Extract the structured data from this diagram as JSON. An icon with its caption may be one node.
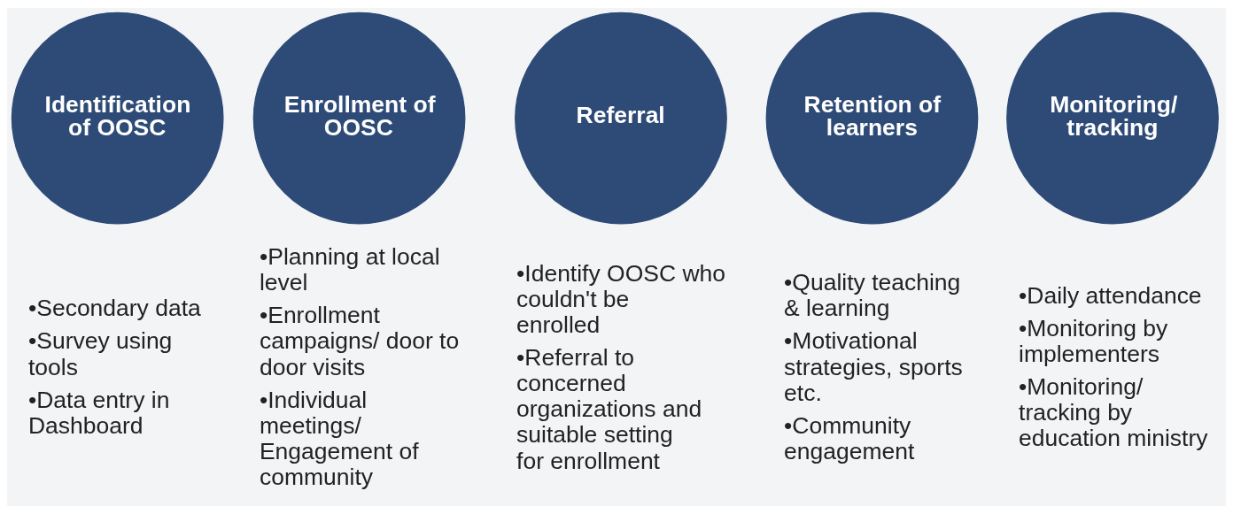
{
  "diagram": {
    "nodes": [
      {
        "text": [
          "Identification of OOSC"
        ],
        "beside": [
          "•Secondary data",
          "•Survey using tools",
          "•Data entry in Dashboard"
        ]
      },
      {
        "text": [
          "Enrollment of OOSC"
        ],
        "beside": [
          "•Planning at local level",
          "•Enrollment campaigns/ door to door visits",
          "•Individual meetings/ Engagement of community"
        ]
      },
      {
        "text": [
          "Referral"
        ],
        "beside": [
          "•Identify OOSC who couldn't be enrolled",
          "•Referral to concerned organizations and suitable setting for enrollment"
        ]
      },
      {
        "text": [
          "Retention of learners"
        ],
        "beside": [
          "•Quality teaching & learning",
          "•Motivational strategies, sports etc.",
          "•Community engagement"
        ]
      },
      {
        "text": [
          "Monitoring/ tracking"
        ],
        "beside": [
          "•Daily attendance",
          "•Monitoring by implementers",
          "•Monitoring/ tracking by education ministry"
        ]
      }
    ]
  }
}
